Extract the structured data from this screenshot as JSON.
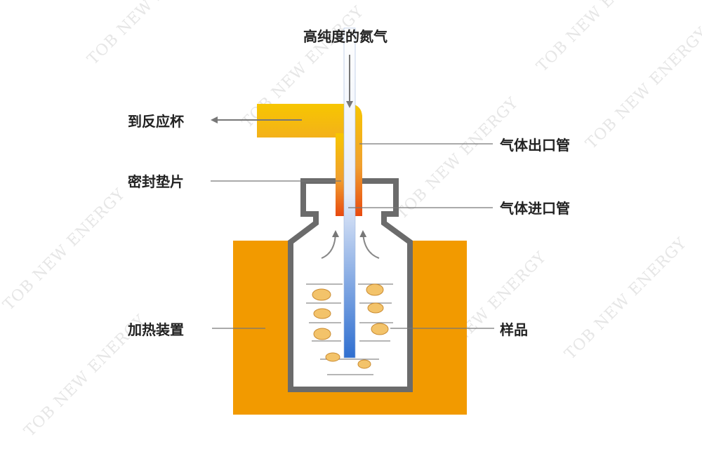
{
  "labels": {
    "nitrogen": "高纯度的氮气",
    "to_reaction_cup": "到反应杯",
    "gas_outlet_tube": "气体出口管",
    "septum": "密封垫片",
    "gas_inlet_tube": "气体进口管",
    "heating_device": "加热装置",
    "sample": "样品"
  },
  "watermark": "TOB NEW ENERGY",
  "colors": {
    "heater": "#f29a00",
    "vial_outline": "#6b6b6b",
    "outlet_tube_top": "#f7c600",
    "outlet_tube_bottom": "#e84a10",
    "inlet_tube_top": "#ffffff",
    "inlet_tube_bottom": "#2f6fd0",
    "sample_particle": "#f3c36a",
    "leader_line": "#777777",
    "text": "#222222"
  }
}
